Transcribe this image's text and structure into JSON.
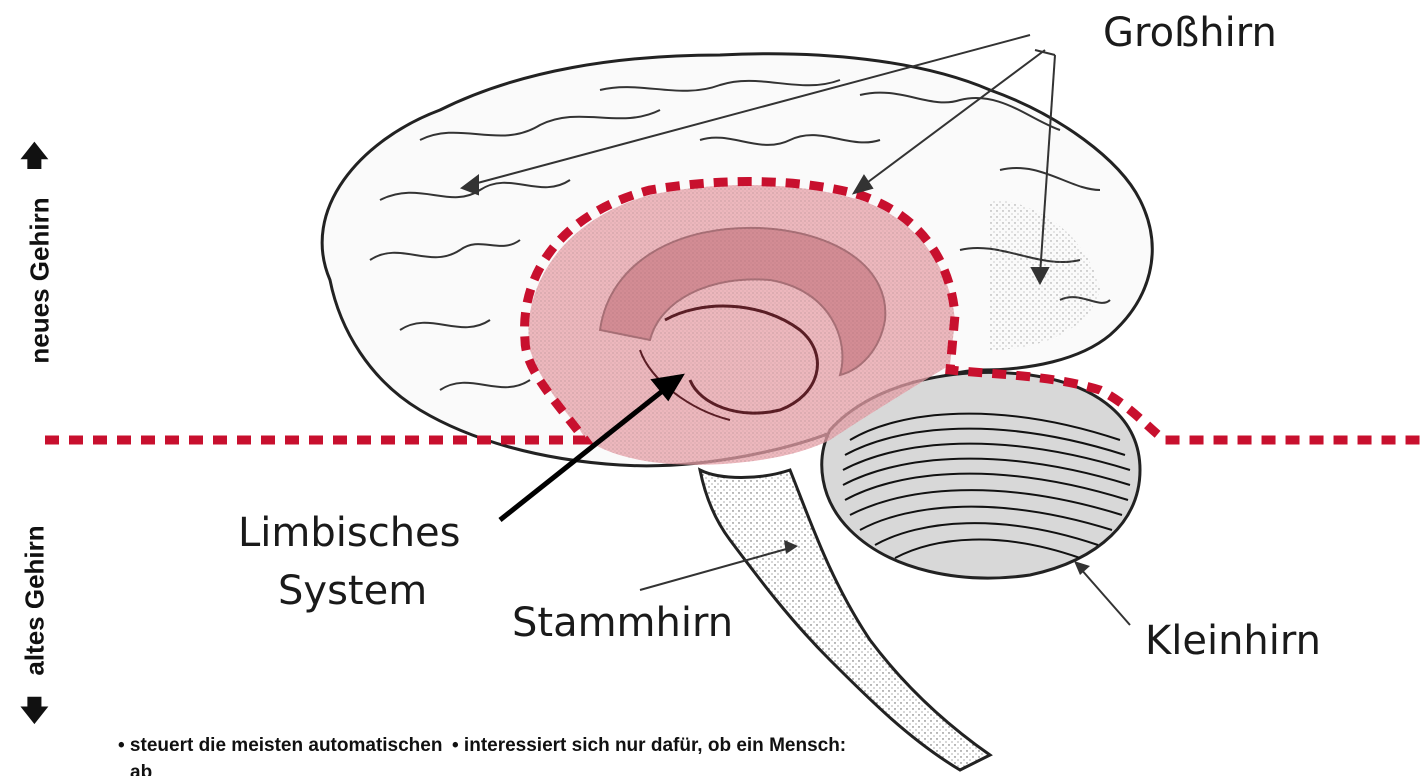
{
  "labels": {
    "grosshirn": "Großhirn",
    "limbisches_1": "Limbisches",
    "limbisches_2": "System",
    "stammhirn": "Stammhirn",
    "kleinhirn": "Kleinhirn"
  },
  "side": {
    "new_brain": "neues Gehirn",
    "old_brain": "altes Gehirn",
    "arrow_up": "🡅",
    "arrow_down": "🡇"
  },
  "notes": {
    "left": "• steuert die meisten automatischen",
    "left_cut": "ab",
    "right": "• interessiert sich nur dafür, ob ein Mensch:"
  },
  "colors": {
    "boundary": "#c8102e",
    "limbic_fill": "#e8a0a8",
    "outline": "#222222"
  }
}
